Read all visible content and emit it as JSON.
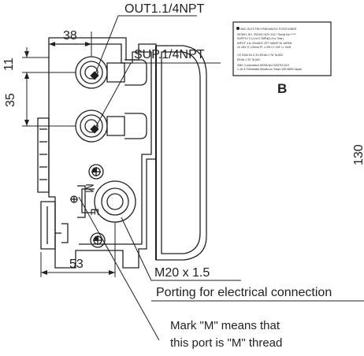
{
  "callouts": {
    "out_port": "OUT1.1/4NPT",
    "sup_port": "SUP.1/4NPT",
    "conduit_thread": "M20 x 1.5",
    "porting_note": "Porting for electrical connection",
    "mark_note_line1": "Mark \"M\" means that",
    "mark_note_line2": "this port is \"M\" thread"
  },
  "dimensions": {
    "width_top": "38",
    "gap_11": "11",
    "pitch_35": "35",
    "width_bottom": "53",
    "height_130": "130"
  },
  "port_marks": {
    "m": "M",
    "e": "E"
  },
  "nameplate": {
    "view_label": "B",
    "line1": "SMC  ELECTRO-PNEUMATIC POSITIONER",
    "line2": "MODEL NO. IP8100-010*-X14 *          Serial No.*****",
    "line3": "SUPPLY 0.14 to 0.7MPa(1.4 to 7bar)",
    "line4": "INPUT 4 to 20mADC                  20**   MADE IN JAPAN",
    "line5": "Ui: 28V  Ii: 125mA  Pi: 1.2W  Ci: 0nF  Li: 0mH",
    "line6": "CE 0344  Ex  II 2G   EExib CT6 Ta 60C",
    "line7": "                      EExib CT5 Ta 80C",
    "line8": "SMC Corporation     KEMA No.03ATEX1119",
    "line9": "1-16-4 Shimbashi Minato-ku Tokyo 105-8659 Japan"
  }
}
